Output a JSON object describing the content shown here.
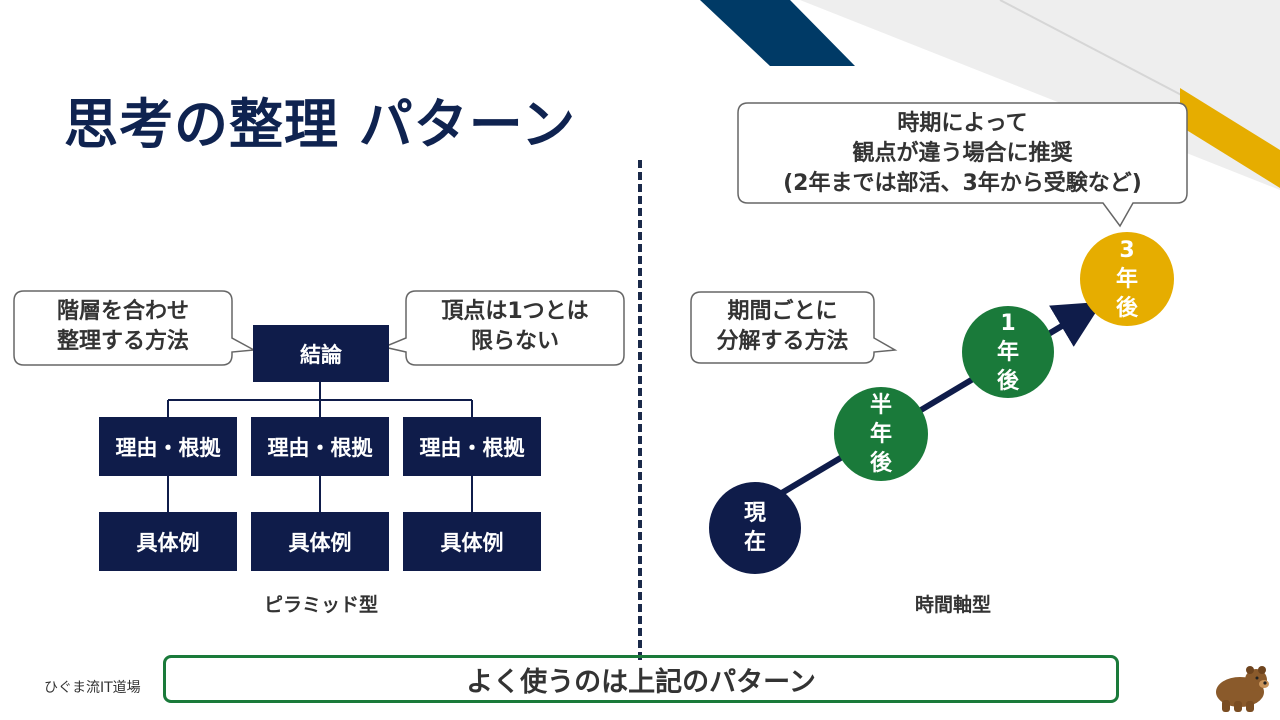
{
  "title": "思考の整理 パターン",
  "pyramid": {
    "conclusion": "結論",
    "reasons": [
      "理由・根拠",
      "理由・根拠",
      "理由・根拠"
    ],
    "examples": [
      "具体例",
      "具体例",
      "具体例"
    ],
    "callout_left": [
      "階層を合わせ",
      "整理する方法"
    ],
    "callout_right": [
      "頂点は1つとは",
      "限らない"
    ],
    "caption": "ピラミッド型"
  },
  "timeline": {
    "callout_top": [
      "時期によって",
      "観点が違う場合に推奨",
      "(2年までは部活、3年から受験など)"
    ],
    "callout_mid": [
      "期間ごとに",
      "分解する方法"
    ],
    "stages": [
      {
        "chars": [
          "現",
          "在"
        ],
        "color": "#0f1c4a"
      },
      {
        "chars": [
          "半",
          "年",
          "後"
        ],
        "color": "#1a7a3a"
      },
      {
        "chars": [
          "1",
          "年",
          "後"
        ],
        "color": "#1a7a3a"
      },
      {
        "chars": [
          "3",
          "年",
          "後"
        ],
        "color": "#e6ad00"
      }
    ],
    "caption": "時間軸型"
  },
  "bottom": {
    "summary": "よく使うのは上記のパターン",
    "brand": "ひぐま流IT道場"
  },
  "colors": {
    "navy": "#0f1c4a",
    "green": "#1a7a3a",
    "gold": "#e6ad00",
    "accent_blue": "#003a66"
  }
}
